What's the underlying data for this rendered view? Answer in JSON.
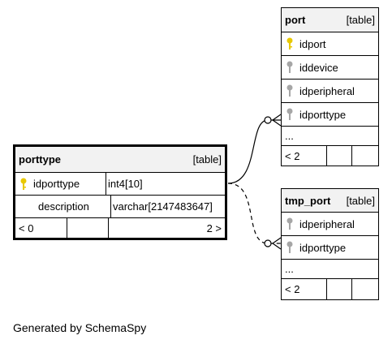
{
  "colors": {
    "primary_key": "#e8c800",
    "foreign_key": "#a6a6a6",
    "header_bg": "#f2f2f2"
  },
  "porttype": {
    "name": "porttype",
    "kind": "[table]",
    "rows": [
      {
        "key": "primary-key",
        "name": "idporttype",
        "type": "int4[10]"
      },
      {
        "key": "none",
        "name": "description",
        "type": "varchar[2147483647]"
      }
    ],
    "footer": {
      "left": "< 0",
      "right": "2 >"
    }
  },
  "port": {
    "name": "port",
    "kind": "[table]",
    "rows": [
      {
        "key": "primary-key",
        "name": "idport"
      },
      {
        "key": "foreign-key",
        "name": "iddevice"
      },
      {
        "key": "foreign-key",
        "name": "idperipheral"
      },
      {
        "key": "foreign-key",
        "name": "idporttype"
      }
    ],
    "ellipsis": "...",
    "footer": {
      "left": "< 2"
    }
  },
  "tmp_port": {
    "name": "tmp_port",
    "kind": "[table]",
    "rows": [
      {
        "key": "foreign-key",
        "name": "idperipheral"
      },
      {
        "key": "foreign-key",
        "name": "idporttype"
      }
    ],
    "ellipsis": "...",
    "footer": {
      "left": "< 2"
    }
  },
  "generated_by": "Generated by SchemaSpy"
}
